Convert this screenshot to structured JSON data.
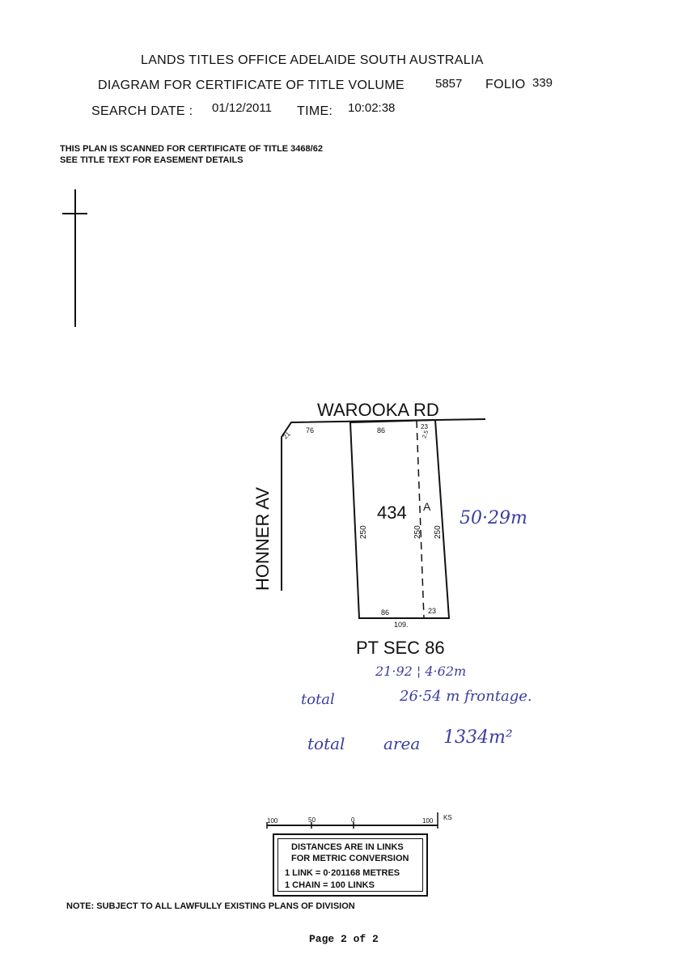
{
  "header": {
    "office": "LANDS TITLES OFFICE  ADELAIDE  SOUTH AUSTRALIA",
    "diagram_label": "DIAGRAM FOR CERTIFICATE OF TITLE VOLUME",
    "volume": "5857",
    "folio_label": "FOLIO",
    "folio": "339",
    "search_date_label": "SEARCH DATE :",
    "search_date": "01/12/2011",
    "time_label": "TIME:",
    "time": "10:02:38"
  },
  "notes": {
    "scanned": "THIS PLAN IS SCANNED FOR CERTIFICATE OF TITLE 3468/62",
    "easement": "SEE TITLE TEXT FOR EASEMENT DETAILS",
    "subject": "NOTE: SUBJECT TO ALL LAWFULLY EXISTING PLANS OF DIVISION"
  },
  "plan": {
    "road_top": "WAROOKA   RD",
    "road_side": "HONNER  AV",
    "section": "PT  SEC  86",
    "allotment": "434",
    "parcel_letter": "A",
    "dims": {
      "corner": "21",
      "top_left": "76",
      "top_mid": "86",
      "top_right": "23",
      "top_right_small": "2.5",
      "left_side": "250",
      "mid_side": "250",
      "right_side": "250",
      "bottom_mid": "86",
      "bottom_right": "23",
      "bottom_total": "109."
    }
  },
  "handwritten": {
    "depth": "50·29m",
    "frontage_split": "21·92 ¦ 4·62m",
    "total_word": "total",
    "frontage": "26·54 m frontage.",
    "area_total_word": "total",
    "area_word": "area",
    "area_value": "1334m²"
  },
  "scale": {
    "t100a": "100",
    "t50": "50",
    "t0": "0",
    "t100b": "100",
    "units": "KS"
  },
  "conversion": {
    "line1": "DISTANCES ARE IN LINKS",
    "line2": "FOR METRIC CONVERSION",
    "line3": "1 LINK    = 0·201168 METRES",
    "line4": "1 CHAIN  = 100 LINKS"
  },
  "footer": {
    "page": "Page 2 of 2"
  }
}
